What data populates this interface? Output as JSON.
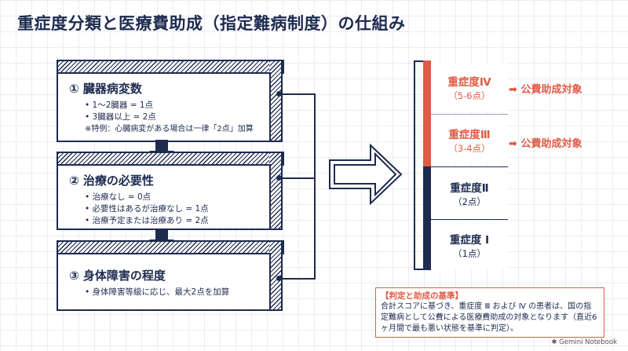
{
  "title": "重症度分類と医療費助成（指定難病制度）の仕組み",
  "boxes": [
    {
      "title": "① 臓器病変数",
      "items": [
        "• 1〜2臓器 = 1点",
        "• 3臓器以上 = 2点"
      ],
      "note": "※特例：心臓病変がある場合は一律「2点」加算"
    },
    {
      "title": "② 治療の必要性",
      "items": [
        "• 治療なし = 0点",
        "• 必要性はあるが治療なし = 1点",
        "• 治療予定または治療あり = 2点"
      ]
    },
    {
      "title": "③ 身体障害の程度",
      "items": [
        "• 身体障害等級に応じ、最大2点を加算"
      ]
    }
  ],
  "grades": [
    {
      "name": "重症度Ⅳ",
      "range": "（5-6点）",
      "subsidy": "公費助成対象"
    },
    {
      "name": "重症度Ⅲ",
      "range": "（3-4点）",
      "subsidy": "公費助成対象"
    },
    {
      "name": "重症度Ⅱ",
      "range": "（2点）"
    },
    {
      "name": "重症度 Ⅰ",
      "range": "（1点）"
    }
  ],
  "note": {
    "title": "【判定と助成の基準】",
    "text": "合計スコアに基づき、重症度 Ⅲ および Ⅳ の患者は、国の指定難病として公費による医療費助成の対象となります（直近6ヶ月間で最も悪い状態を基準に判定）。"
  },
  "logo": "Gemini Notebook",
  "colors": {
    "navy": "#1d2b4f",
    "accent": "#e05a45"
  }
}
